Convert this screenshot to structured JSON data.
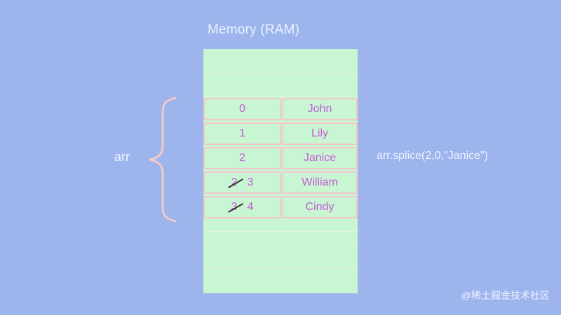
{
  "title": "Memory (RAM)",
  "array_label": "arr",
  "operation": "arr.splice(2,0,\"Janice\")",
  "rows": [
    {
      "index": "0",
      "old_index": "",
      "value": "John"
    },
    {
      "index": "1",
      "old_index": "",
      "value": "Lily"
    },
    {
      "index": "2",
      "old_index": "",
      "value": "Janice"
    },
    {
      "index": "3",
      "old_index": "2",
      "value": "William"
    },
    {
      "index": "4",
      "old_index": "3",
      "value": "Cindy"
    }
  ],
  "watermark": "@稀土掘金技术社区",
  "colors": {
    "background": "#9db4ec",
    "memory_block": "#c8f5d2",
    "cell_border": "#f2c7cb",
    "cell_text": "#c75bd8"
  }
}
